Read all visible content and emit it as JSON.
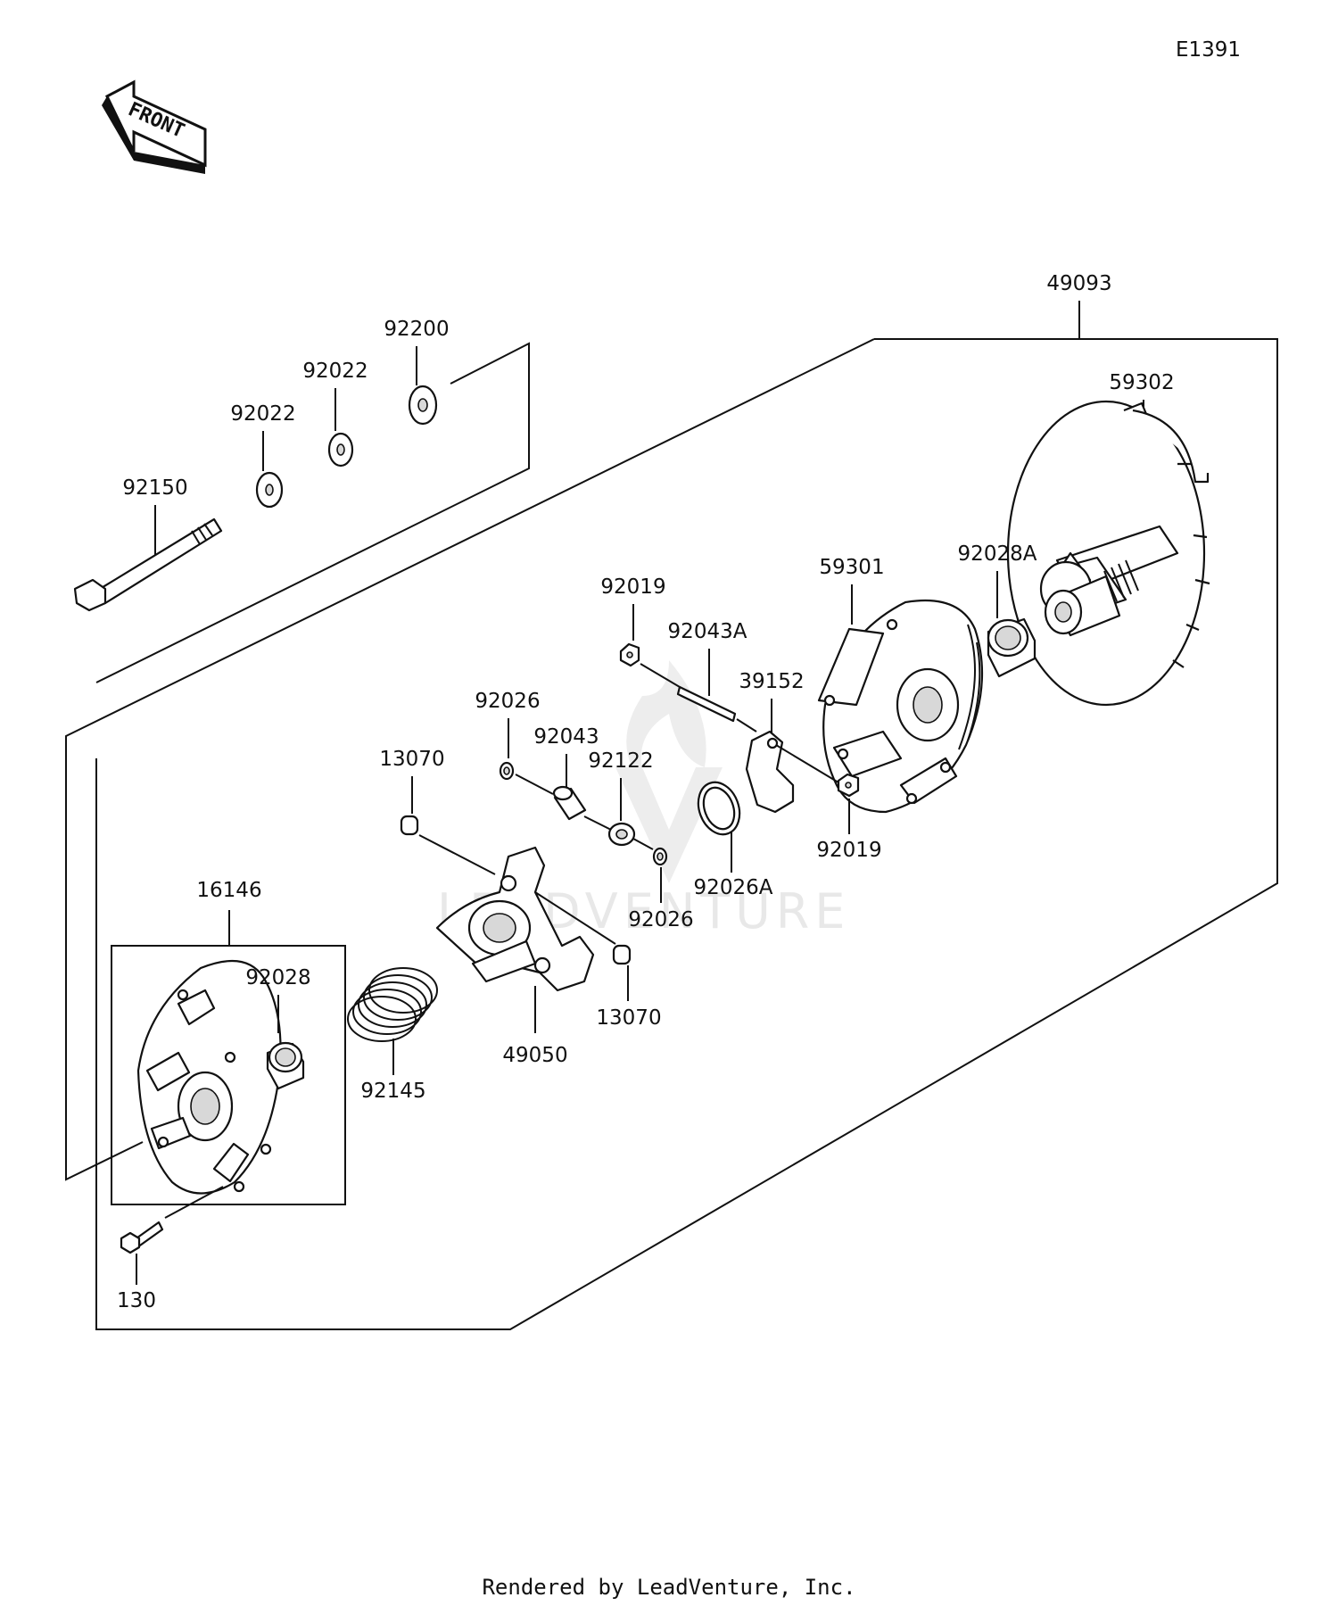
{
  "diagram_code": "E1391",
  "front_label": "FRONT",
  "watermark": "LEADVENTURE",
  "footer": "Rendered by LeadVenture, Inc.",
  "labels": {
    "p49093": "49093",
    "p59302": "59302",
    "p92200": "92200",
    "p92022a": "92022",
    "p92022b": "92022",
    "p92150": "92150",
    "p59301": "59301",
    "p92028A": "92028A",
    "p92019a": "92019",
    "p92043A": "92043A",
    "p39152": "39152",
    "p92026a": "92026",
    "p92043": "92043",
    "p92122": "92122",
    "p13070a": "13070",
    "p92019b": "92019",
    "p92026A": "92026A",
    "p92026b": "92026",
    "p16146": "16146",
    "p92028": "92028",
    "p13070b": "13070",
    "p49050": "49050",
    "p92145": "92145",
    "p130": "130"
  }
}
